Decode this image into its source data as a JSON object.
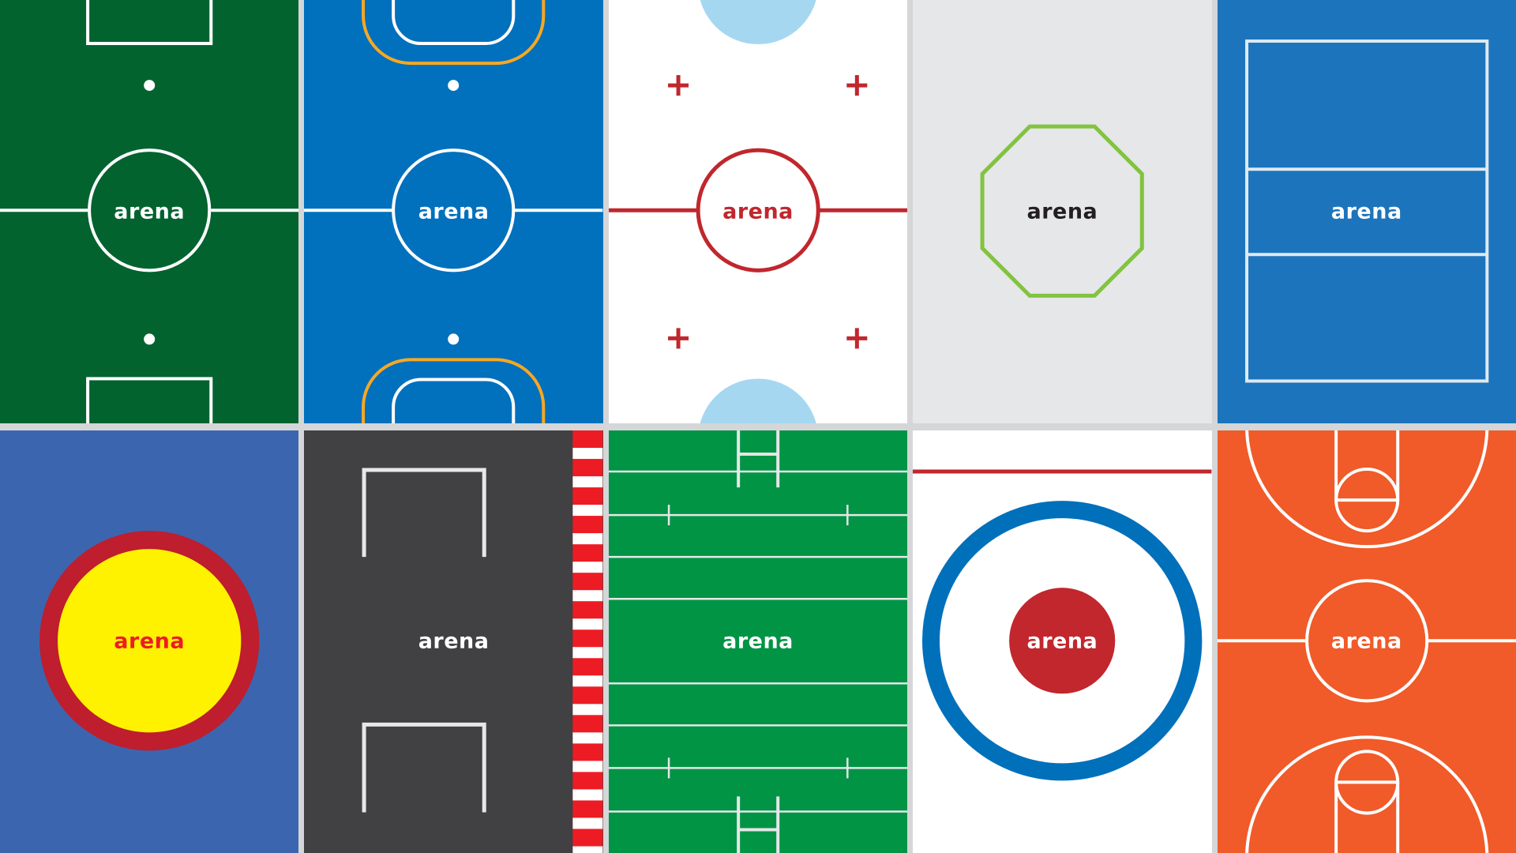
{
  "brand": "arena",
  "colors": {
    "soccer": "#02632f",
    "futsal": "#0170bd",
    "hockey_line": "#c0272d",
    "hockey_crease": "#a5d7f1",
    "octagon_bg": "#e6e7e8",
    "octagon_line": "#82c341",
    "volleyball": "#1c75bc",
    "sumo_bg": "#3c65af",
    "sumo_ring": "#be1e2d",
    "sumo_inner": "#fff200",
    "track_bg": "#414042",
    "rugby": "#009444",
    "curling_ring": "#0070bb",
    "curling_button": "#c1272d",
    "basketball": "#f15a29"
  },
  "panels": [
    {
      "id": "soccer",
      "label": "arena",
      "label_color": "#ffffff"
    },
    {
      "id": "futsal",
      "label": "arena",
      "label_color": "#ffffff"
    },
    {
      "id": "hockey",
      "label": "arena",
      "label_color": "#c0272d"
    },
    {
      "id": "octagon",
      "label": "arena",
      "label_color": "#231f20"
    },
    {
      "id": "volleyball",
      "label": "arena",
      "label_color": "#ffffff"
    },
    {
      "id": "sumo",
      "label": "arena",
      "label_color": "#ed1c24"
    },
    {
      "id": "track",
      "label": "arena",
      "label_color": "#ffffff"
    },
    {
      "id": "rugby",
      "label": "arena",
      "label_color": "#ffffff"
    },
    {
      "id": "curling",
      "label": "arena",
      "label_color": "#ffffff"
    },
    {
      "id": "basketball",
      "label": "arena",
      "label_color": "#ffffff"
    }
  ]
}
